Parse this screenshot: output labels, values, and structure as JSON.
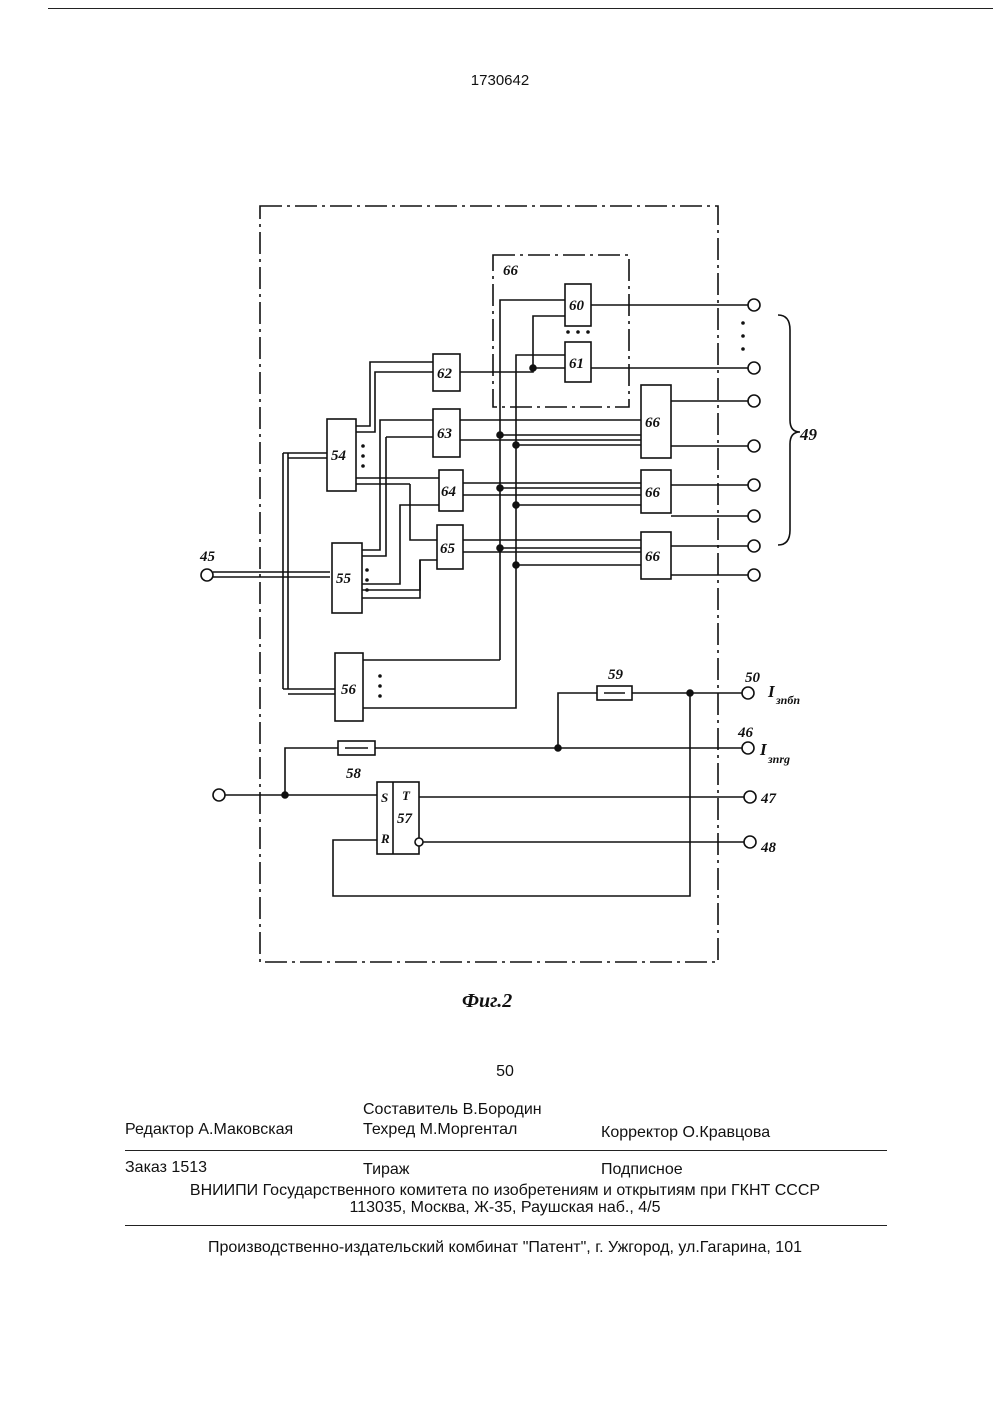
{
  "header": {
    "patent_number": "1730642"
  },
  "diagram": {
    "labels": {
      "b54": "54",
      "b55": "55",
      "b56": "56",
      "b57": "57",
      "b58": "58",
      "b59": "59",
      "b60": "60",
      "b61": "61",
      "b62": "62",
      "b63": "63",
      "b64": "64",
      "b65": "65",
      "b66": "66",
      "b66a": "66",
      "b66b": "66",
      "b66c": "66",
      "in45": "45",
      "out49": "49",
      "out50": "50",
      "out46": "46",
      "out47": "47",
      "out48": "48",
      "flip_s": "S",
      "flip_r": "R",
      "flip_t": "T",
      "i_zpbp": "I",
      "i_zpbp_sub": "зпбп",
      "i_zprg": "I",
      "i_zprg_sub": "зпrg"
    },
    "caption": "Фиг.2"
  },
  "page_number": "50",
  "footer": {
    "editor": "Редактор А.Маковская",
    "compiler": "Составитель В.Бородин",
    "techred": "Техред М.Моргентал",
    "corrector": "Корректор О.Кравцова",
    "order": "Заказ 1513",
    "circulation": "Тираж",
    "subscription": "Подписное",
    "org_line": "ВНИИПИ Государственного комитета по изобретениям и открытиям при ГКНТ СССР",
    "address_line": "113035, Москва, Ж-35, Раушская наб., 4/5",
    "publisher": "Производственно-издательский комбинат \"Патент\", г. Ужгород, ул.Гагарина, 101"
  }
}
